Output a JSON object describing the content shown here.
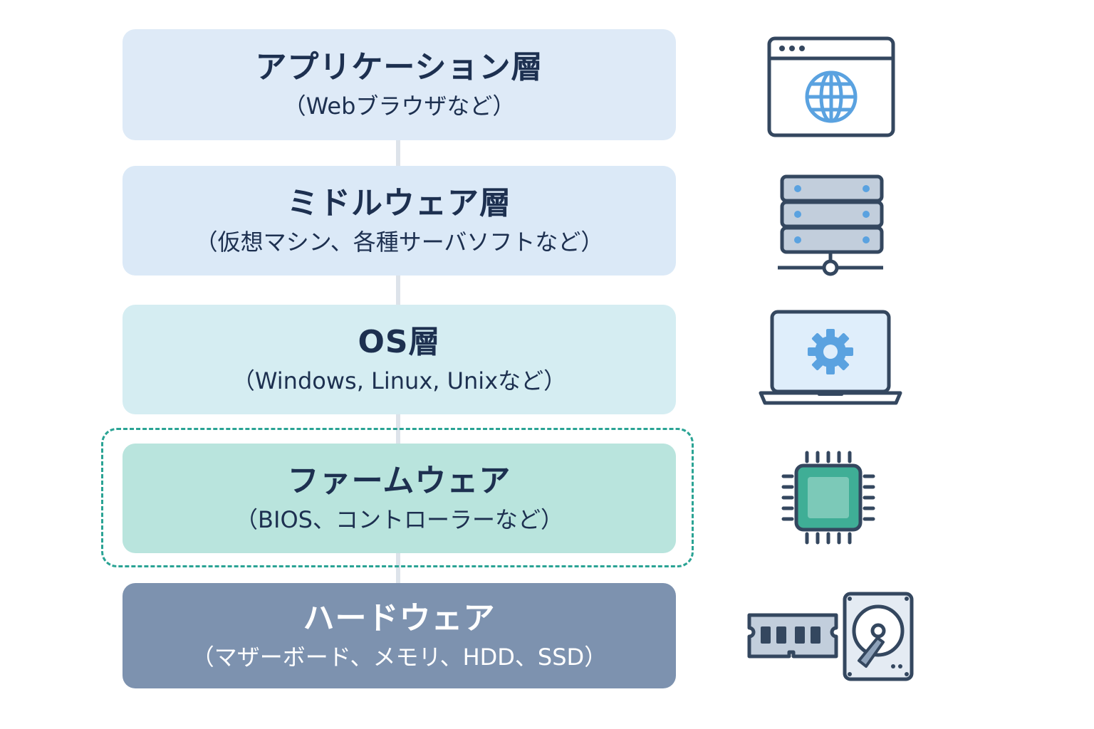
{
  "layers": {
    "application": {
      "title": "アプリケーション層",
      "subtitle": "（Webブラウザなど）",
      "icon": "browser-globe-icon"
    },
    "middleware": {
      "title": "ミドルウェア層",
      "subtitle": "（仮想マシン、各種サーバソフトなど）",
      "icon": "server-rack-icon"
    },
    "os": {
      "title": "OS層",
      "subtitle": "（Windows, Linux, Unixなど）",
      "icon": "laptop-gear-icon"
    },
    "firmware": {
      "title": "ファームウェア",
      "subtitle": "（BIOS、コントローラーなど）",
      "icon": "chip-icon",
      "highlighted": true
    },
    "hardware": {
      "title": "ハードウェア",
      "subtitle": "（マザーボード、メモリ、HDD、SSD）",
      "icon": "memory-hdd-icon"
    }
  },
  "colors": {
    "text_dark": "#1d3050",
    "icon_stroke": "#34475f",
    "accent_blue": "#5aa2e0",
    "accent_teal": "#2aa394",
    "hardware_fill": "#7d92af"
  }
}
